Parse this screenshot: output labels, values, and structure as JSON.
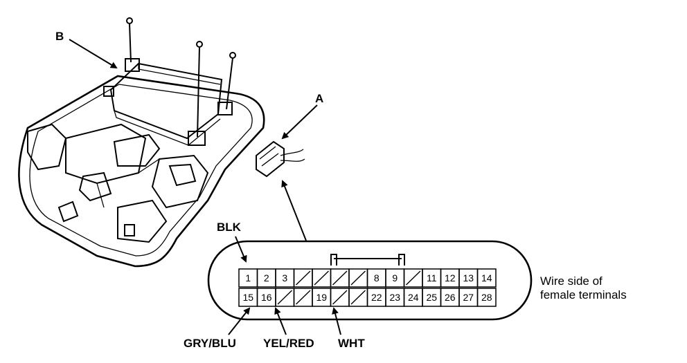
{
  "callouts": {
    "a": "A",
    "b": "B"
  },
  "connector": {
    "top_row": [
      "1",
      "2",
      "3",
      "",
      "",
      "",
      "",
      "8",
      "9",
      "",
      "11",
      "12",
      "13",
      "14"
    ],
    "bottom_row": [
      "15",
      "16",
      "",
      "",
      "19",
      "",
      "",
      "22",
      "23",
      "24",
      "25",
      "26",
      "27",
      "28"
    ],
    "note_line1": "Wire side of",
    "note_line2": "female terminals"
  },
  "wires": {
    "blk": "BLK",
    "gry_blu": "GRY/BLU",
    "yel_red": "YEL/RED",
    "wht": "WHT"
  },
  "colors": {
    "ink": "#000000",
    "paper": "#ffffff"
  }
}
